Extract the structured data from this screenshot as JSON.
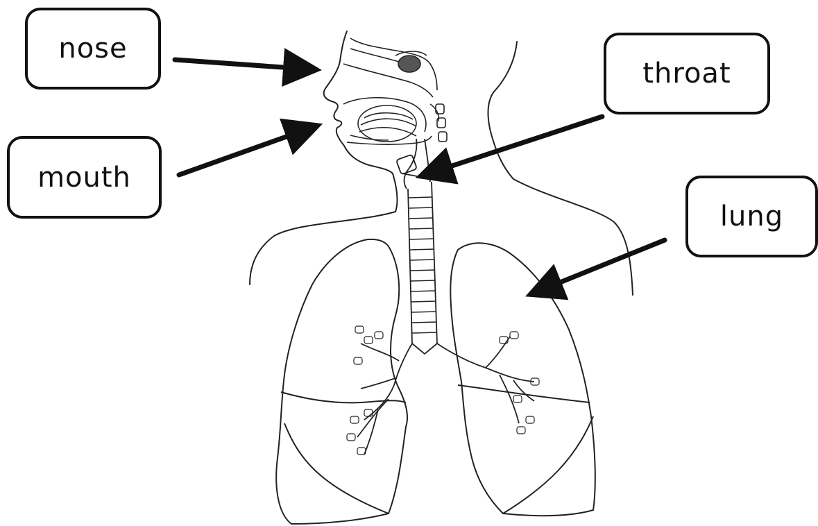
{
  "labels": {
    "nose": "nose",
    "mouth": "mouth",
    "throat": "throat",
    "lung": "lung"
  },
  "colors": {
    "ink": "#111111",
    "background": "#ffffff"
  }
}
